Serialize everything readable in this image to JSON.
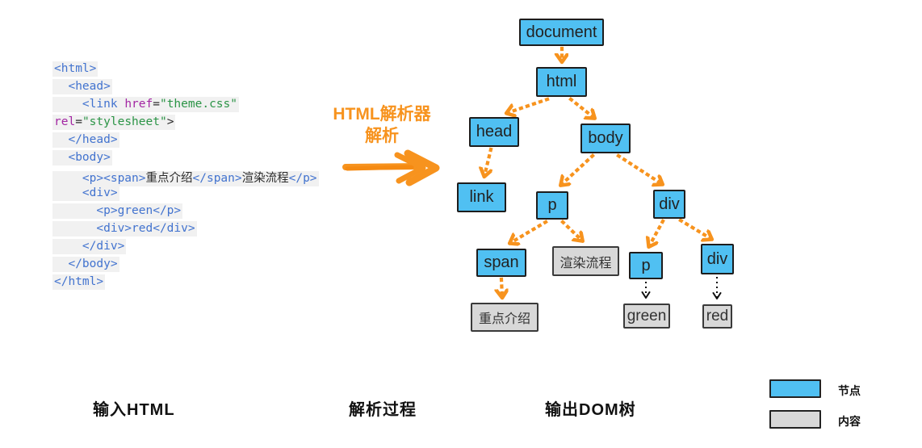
{
  "code": {
    "lines": [
      {
        "tokens": [
          {
            "t": "tag",
            "v": "<html>"
          }
        ]
      },
      {
        "tokens": [
          {
            "t": "tag",
            "v": "  <head>"
          }
        ]
      },
      {
        "tokens": [
          {
            "t": "tag",
            "v": "    <link "
          },
          {
            "t": "attr",
            "v": "href"
          },
          {
            "t": "plain",
            "v": "="
          },
          {
            "t": "str",
            "v": "\"theme.css\""
          }
        ]
      },
      {
        "tokens": [
          {
            "t": "attr",
            "v": "rel"
          },
          {
            "t": "plain",
            "v": "="
          },
          {
            "t": "str",
            "v": "\"stylesheet\""
          },
          {
            "t": "plain",
            "v": ">"
          }
        ]
      },
      {
        "tokens": [
          {
            "t": "tag",
            "v": "  </head>"
          }
        ]
      },
      {
        "tokens": [
          {
            "t": "tag",
            "v": "  <body>"
          }
        ]
      },
      {
        "tokens": [
          {
            "t": "tag",
            "v": "    <p><span>"
          },
          {
            "t": "plain",
            "v": "重点介绍"
          },
          {
            "t": "tag",
            "v": "</span>"
          },
          {
            "t": "plain",
            "v": "渲染流程"
          },
          {
            "t": "tag",
            "v": "</p>"
          }
        ]
      },
      {
        "tokens": [
          {
            "t": "tag",
            "v": "    <div>"
          }
        ]
      },
      {
        "tokens": [
          {
            "t": "tag",
            "v": "      <p>green</p>"
          }
        ]
      },
      {
        "tokens": [
          {
            "t": "tag",
            "v": "      <div>red</div>"
          }
        ]
      },
      {
        "tokens": [
          {
            "t": "tag",
            "v": "    </div>"
          }
        ]
      },
      {
        "tokens": [
          {
            "t": "tag",
            "v": "  </body>"
          }
        ]
      },
      {
        "tokens": [
          {
            "t": "tag",
            "v": "</html>"
          }
        ]
      }
    ]
  },
  "parser": {
    "label_line1": "HTML解析器",
    "label_line2": "解析"
  },
  "tree": {
    "nodes": [
      {
        "id": "document",
        "label": "document",
        "kind": "element"
      },
      {
        "id": "html",
        "label": "html",
        "kind": "element"
      },
      {
        "id": "head",
        "label": "head",
        "kind": "element"
      },
      {
        "id": "body",
        "label": "body",
        "kind": "element"
      },
      {
        "id": "link",
        "label": "link",
        "kind": "element"
      },
      {
        "id": "p-1",
        "label": "p",
        "kind": "element"
      },
      {
        "id": "div-1",
        "label": "div",
        "kind": "element"
      },
      {
        "id": "span",
        "label": "span",
        "kind": "element"
      },
      {
        "id": "text-render",
        "label": "渲染流程",
        "kind": "text"
      },
      {
        "id": "p-2",
        "label": "p",
        "kind": "element"
      },
      {
        "id": "div-2",
        "label": "div",
        "kind": "element"
      },
      {
        "id": "text-intro",
        "label": "重点介绍",
        "kind": "text"
      },
      {
        "id": "text-green",
        "label": "green",
        "kind": "text"
      },
      {
        "id": "text-red",
        "label": "red",
        "kind": "text"
      }
    ],
    "edges": [
      {
        "from": "document",
        "to": "html",
        "style": "orange"
      },
      {
        "from": "html",
        "to": "head",
        "style": "orange"
      },
      {
        "from": "html",
        "to": "body",
        "style": "orange"
      },
      {
        "from": "head",
        "to": "link",
        "style": "orange"
      },
      {
        "from": "body",
        "to": "p-1",
        "style": "orange"
      },
      {
        "from": "body",
        "to": "div-1",
        "style": "orange"
      },
      {
        "from": "p-1",
        "to": "span",
        "style": "orange"
      },
      {
        "from": "p-1",
        "to": "text-render",
        "style": "orange"
      },
      {
        "from": "div-1",
        "to": "p-2",
        "style": "orange"
      },
      {
        "from": "div-1",
        "to": "div-2",
        "style": "orange"
      },
      {
        "from": "span",
        "to": "text-intro",
        "style": "orange"
      },
      {
        "from": "p-2",
        "to": "text-green",
        "style": "black"
      },
      {
        "from": "div-2",
        "to": "text-red",
        "style": "black"
      }
    ]
  },
  "captions": {
    "input": "输入HTML",
    "process": "解析过程",
    "output": "输出DOM树"
  },
  "legend": {
    "node_label": "节点",
    "content_label": "内容"
  },
  "colors": {
    "accent_orange": "#f7931e",
    "node_blue": "#50c0f2",
    "content_gray": "#d8d8d8",
    "code_tag_blue": "#4273cf",
    "code_attr_purple": "#a326a3",
    "code_string_green": "#2b9446",
    "code_line_bg": "#f1f1f1"
  }
}
